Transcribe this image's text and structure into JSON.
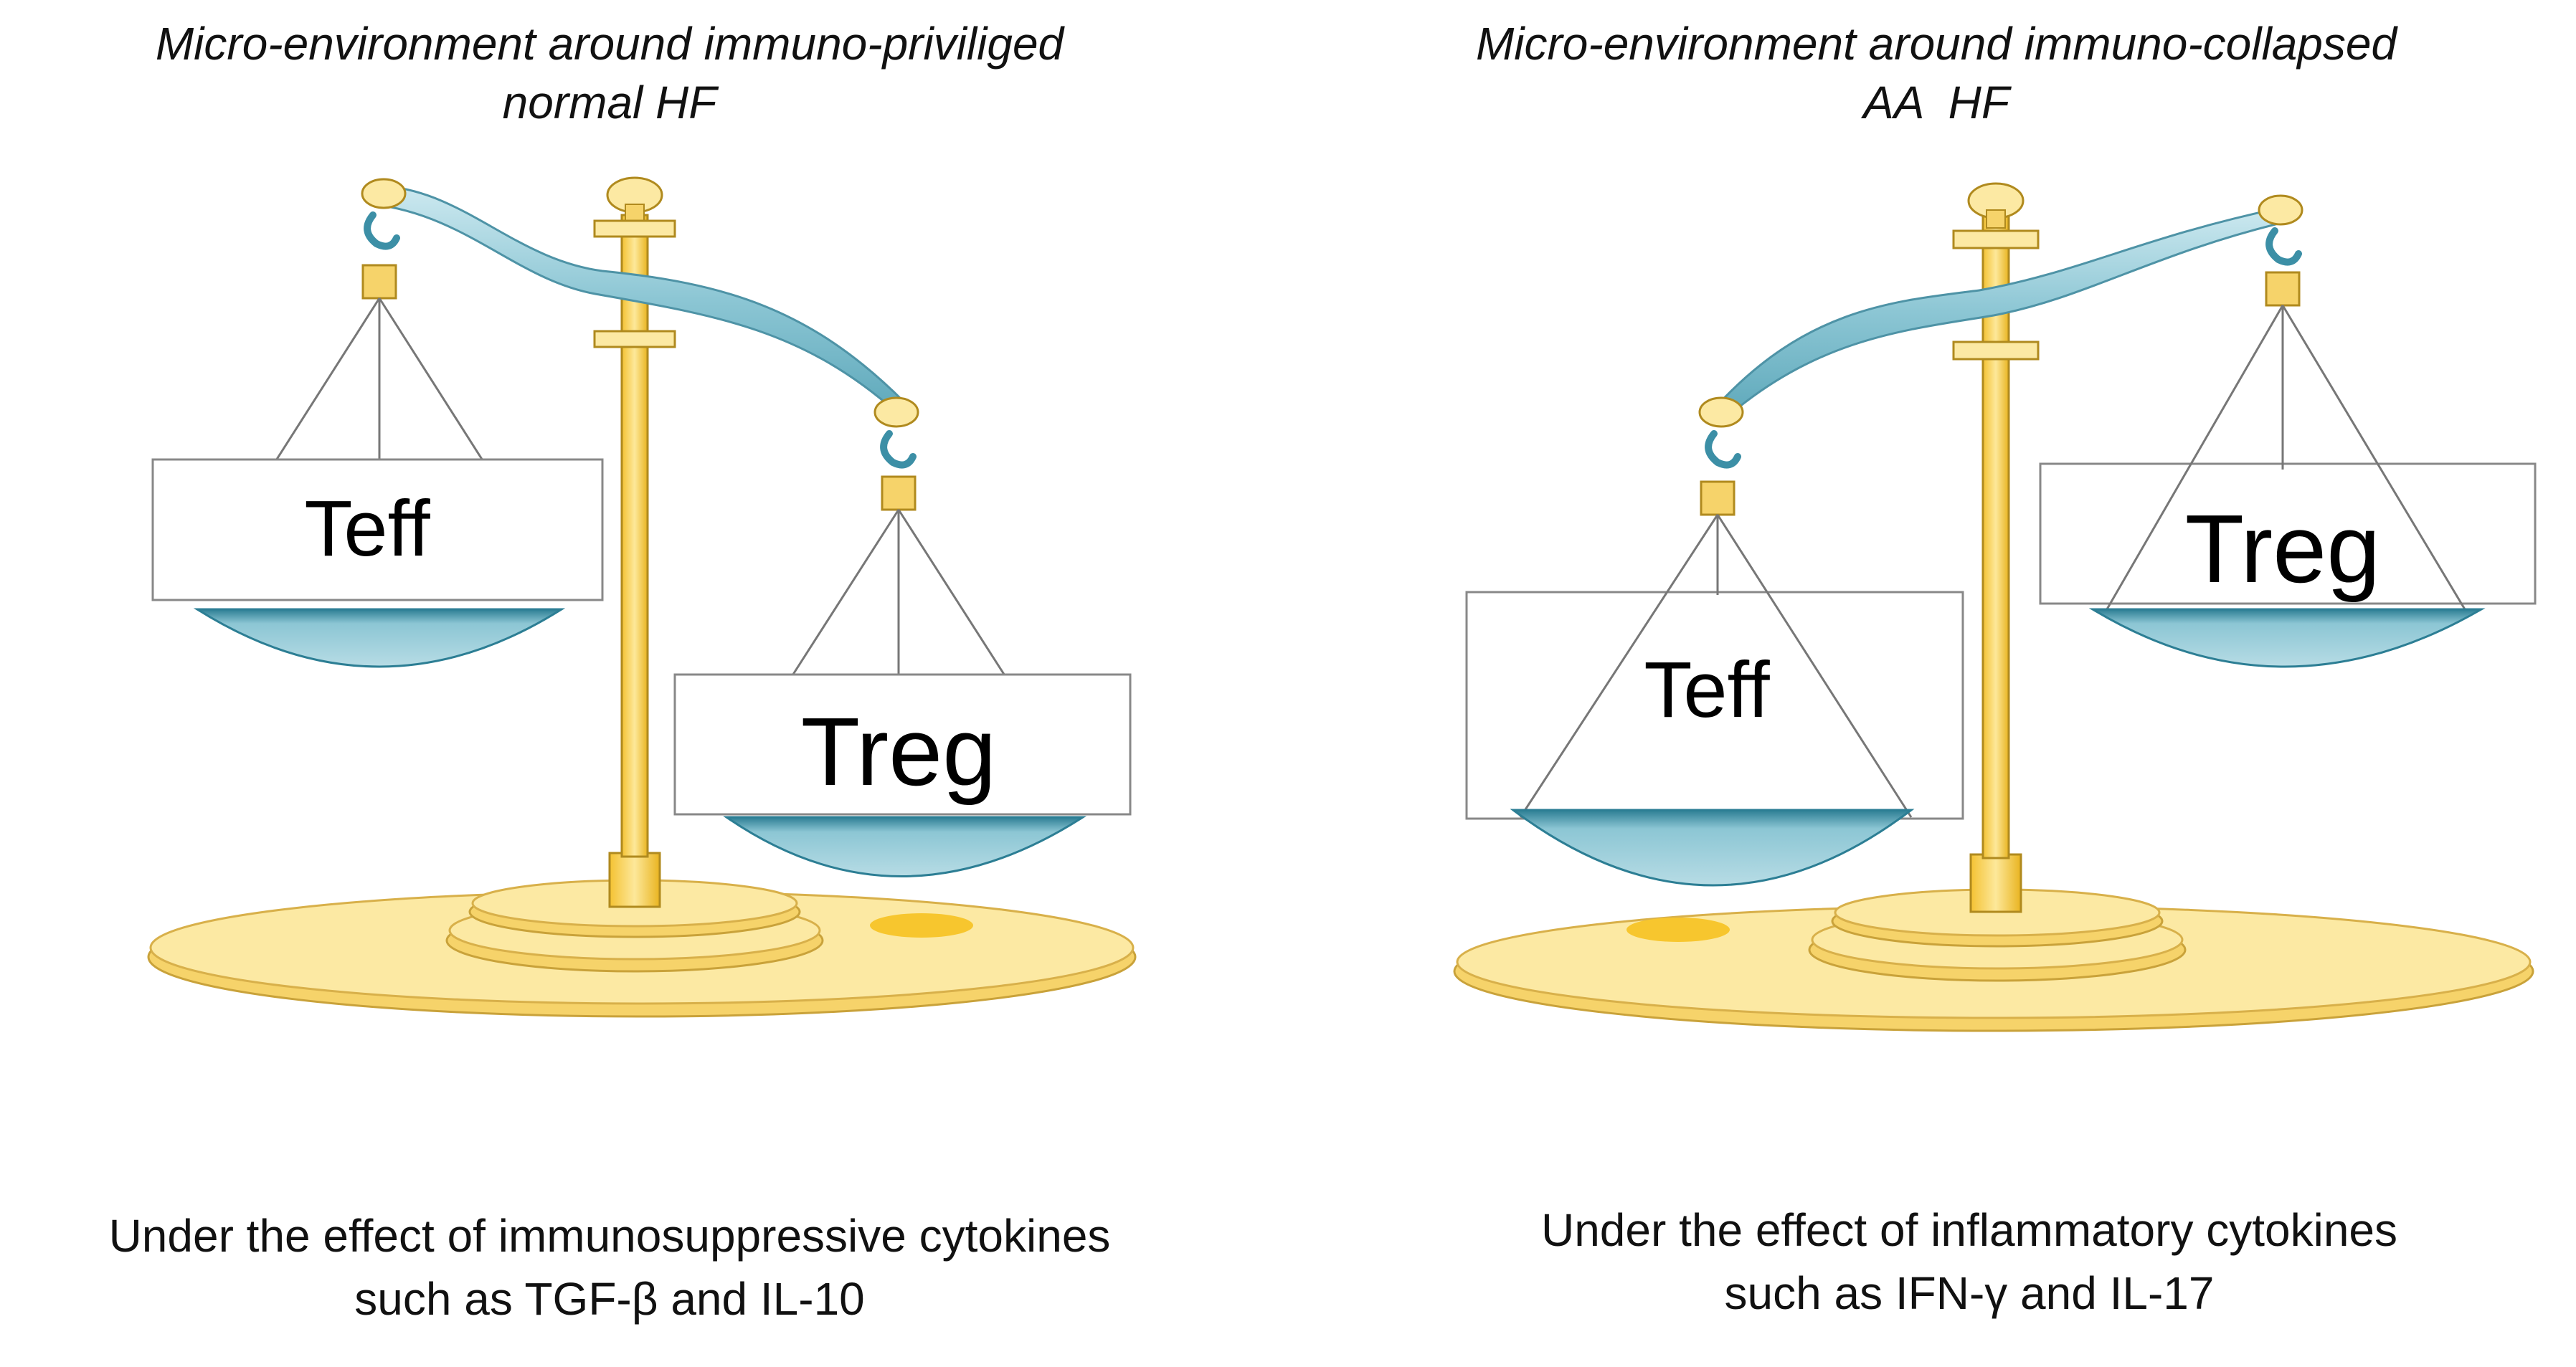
{
  "panels": {
    "left": {
      "title_lines": [
        "Micro-environment around immuno-priviliged",
        "normal HF"
      ],
      "caption_lines": [
        "Under the effect of immunosuppressive cytokines",
        "such as TGF-β and IL-10"
      ],
      "pan_left_label": "Teff",
      "pan_right_label": "Treg"
    },
    "right": {
      "title_lines": [
        "Micro-environment around immuno-collapsed",
        "AA  HF"
      ],
      "caption_lines": [
        "Under the effect of inflammatory cytokines",
        "such as IFN-γ and IL-17"
      ],
      "pan_left_label": "Teff",
      "pan_right_label": "Treg"
    }
  },
  "colors": {
    "gold": "#F9D55C",
    "gold_light": "#FCE9A3",
    "gold_dark": "#E0A800",
    "teal": "#8CC6D4",
    "teal_dark": "#2C7E94"
  }
}
